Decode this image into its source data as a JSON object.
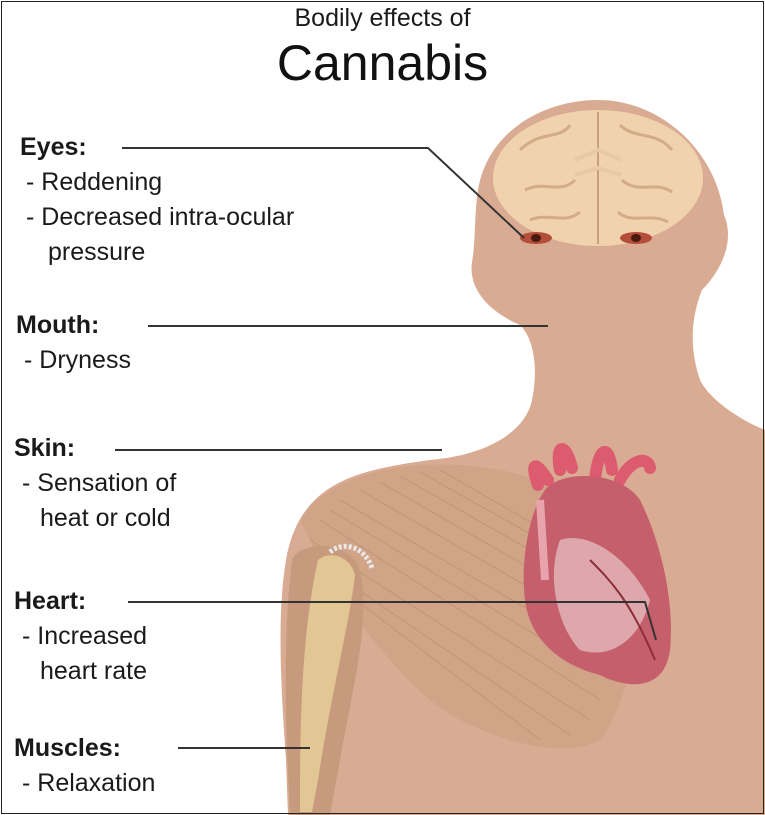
{
  "title": {
    "line1": "Bodily effects of",
    "line2": "Cannabis"
  },
  "labels": {
    "eyes": {
      "heading": "Eyes:",
      "items": [
        "- Reddening",
        "- Decreased intra-ocular",
        "pressure"
      ]
    },
    "mouth": {
      "heading": "Mouth:",
      "items": [
        "- Dryness"
      ]
    },
    "skin": {
      "heading": "Skin:",
      "items": [
        "- Sensation of",
        "heat or cold"
      ]
    },
    "heart": {
      "heading": "Heart:",
      "items": [
        "- Increased",
        "heart rate"
      ]
    },
    "muscles": {
      "heading": "Muscles:",
      "items": [
        "- Relaxation"
      ]
    }
  },
  "colors": {
    "skin": "#d9ab92",
    "brain": "#f1d2ae",
    "muscle": "#cfa387",
    "heart": "#c65f6c",
    "aorta": "#dd5b6f",
    "tendon": "#e6cf98",
    "leader_line": "#333333"
  },
  "icons": [
    "brain-icon",
    "heart-icon",
    "eye-icon",
    "muscle-icon"
  ]
}
